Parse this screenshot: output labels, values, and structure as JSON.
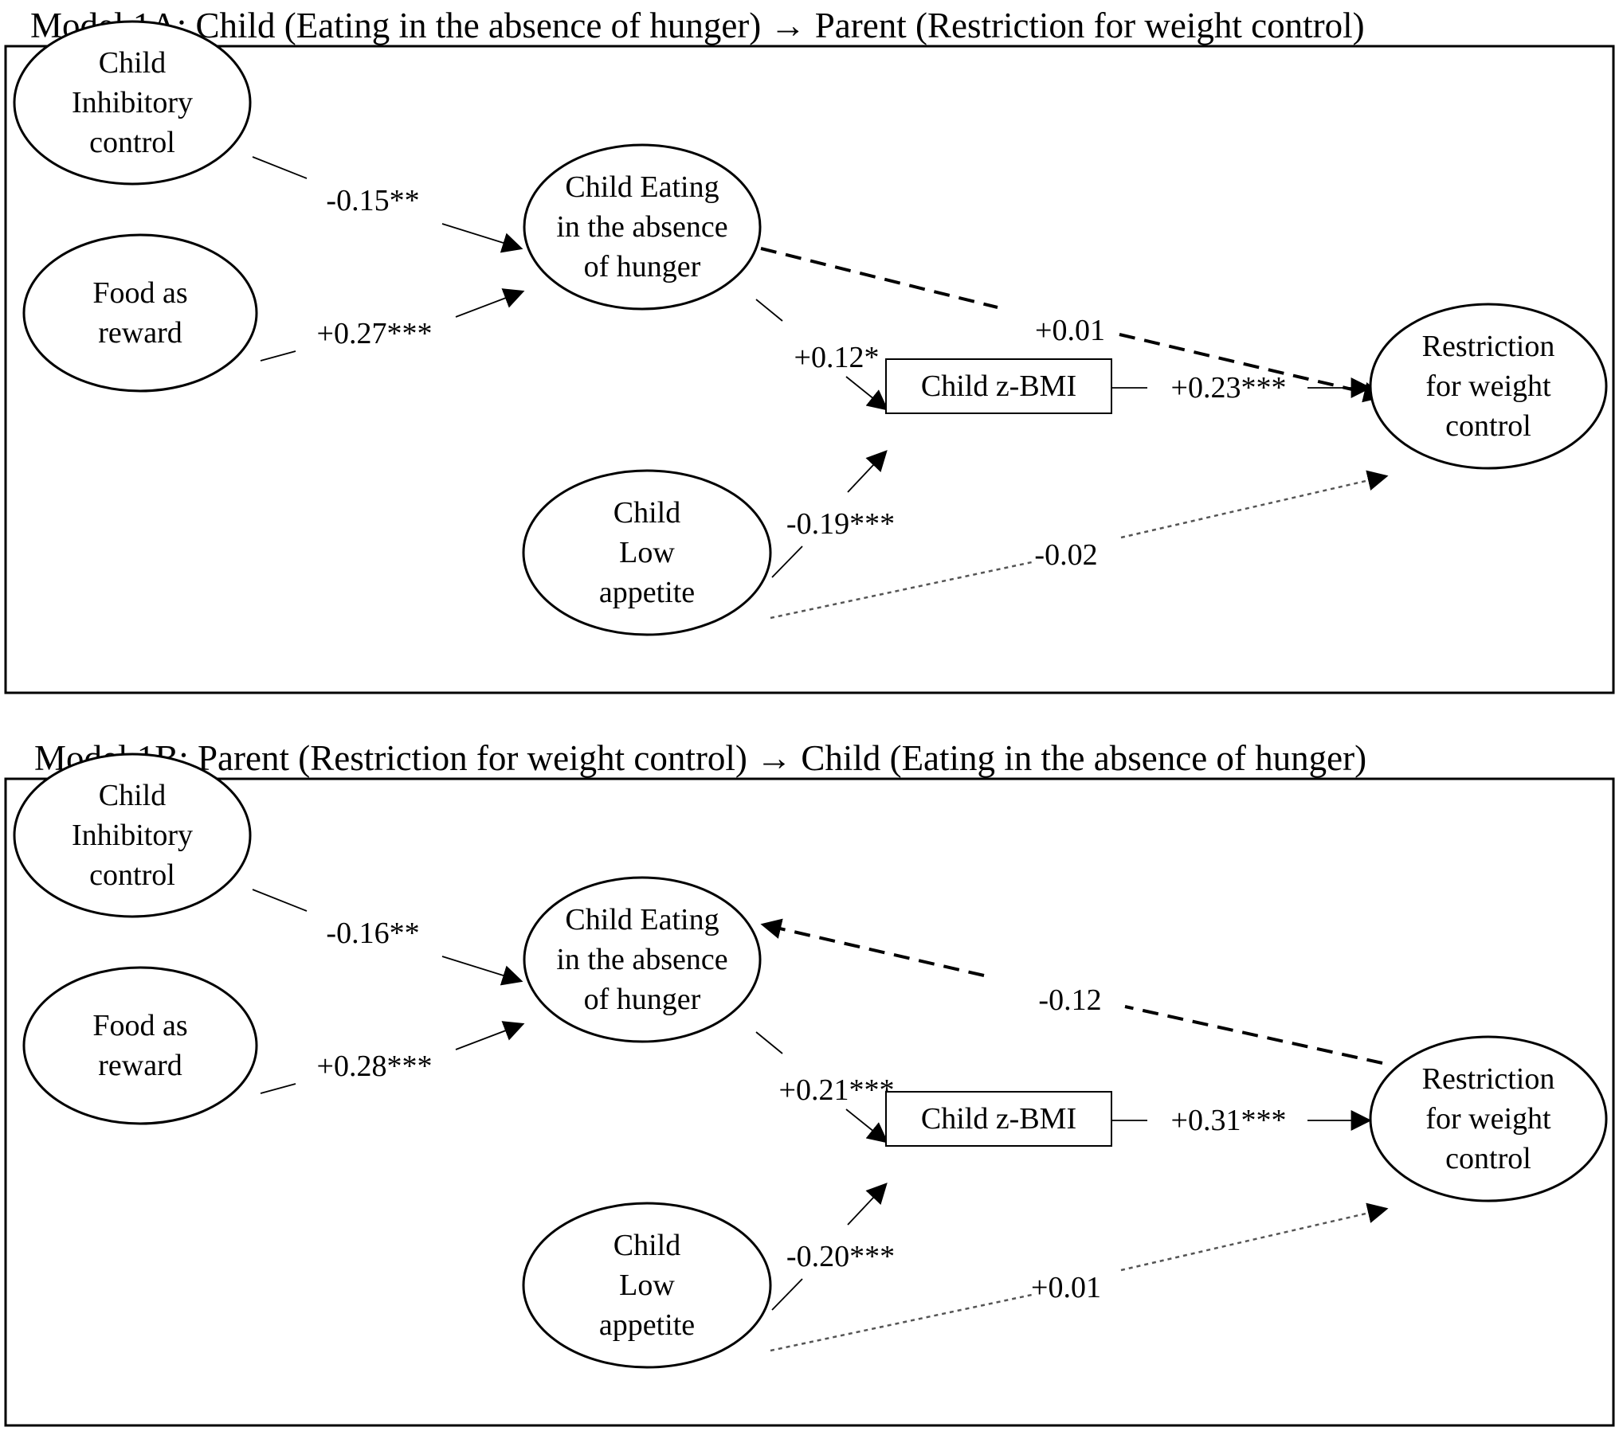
{
  "models": [
    {
      "title": "Model 1A: Child (Eating in the absence of hunger) → Parent (Restriction for weight control)",
      "nodes": [
        {
          "id": "inhibitory",
          "lines": [
            "Child",
            "Inhibitory",
            "control"
          ]
        },
        {
          "id": "reward",
          "lines": [
            "Food as",
            "reward"
          ]
        },
        {
          "id": "eah",
          "lines": [
            "Child Eating",
            "in the absence",
            "of hunger"
          ]
        },
        {
          "id": "zbmi",
          "lines": [
            "Child z-BMI"
          ]
        },
        {
          "id": "restriction",
          "lines": [
            "Restriction",
            "for weight",
            "control"
          ]
        },
        {
          "id": "appetite",
          "lines": [
            "Child",
            "Low",
            "appetite"
          ]
        }
      ],
      "paths": [
        {
          "id": "inhibitory-eah",
          "label": "-0.15**"
        },
        {
          "id": "reward-eah",
          "label": "+0.27***"
        },
        {
          "id": "eah-zbmi",
          "label": "+0.12*"
        },
        {
          "id": "appetite-zbmi",
          "label": "-0.19***"
        },
        {
          "id": "zbmi-restriction",
          "label": "+0.23***"
        },
        {
          "id": "cross",
          "label": "+0.01",
          "direction": "eah-to-restriction",
          "style": "dashed"
        },
        {
          "id": "appetite-restriction",
          "label": "-0.02",
          "style": "dotted"
        }
      ]
    },
    {
      "title": "Model 1B: Parent (Restriction for weight control) → Child (Eating in the absence of hunger)",
      "nodes": [
        {
          "id": "inhibitory",
          "lines": [
            "Child",
            "Inhibitory",
            "control"
          ]
        },
        {
          "id": "reward",
          "lines": [
            "Food as",
            "reward"
          ]
        },
        {
          "id": "eah",
          "lines": [
            "Child Eating",
            "in the absence",
            "of hunger"
          ]
        },
        {
          "id": "zbmi",
          "lines": [
            "Child z-BMI"
          ]
        },
        {
          "id": "restriction",
          "lines": [
            "Restriction",
            "for weight",
            "control"
          ]
        },
        {
          "id": "appetite",
          "lines": [
            "Child",
            "Low",
            "appetite"
          ]
        }
      ],
      "paths": [
        {
          "id": "inhibitory-eah",
          "label": "-0.16**"
        },
        {
          "id": "reward-eah",
          "label": "+0.28***"
        },
        {
          "id": "eah-zbmi",
          "label": "+0.21***"
        },
        {
          "id": "appetite-zbmi",
          "label": "-0.20***"
        },
        {
          "id": "zbmi-restriction",
          "label": "+0.31***"
        },
        {
          "id": "cross",
          "label": "-0.12",
          "direction": "restriction-to-eah",
          "style": "dashed"
        },
        {
          "id": "appetite-restriction",
          "label": "+0.01",
          "style": "dotted"
        }
      ]
    }
  ]
}
